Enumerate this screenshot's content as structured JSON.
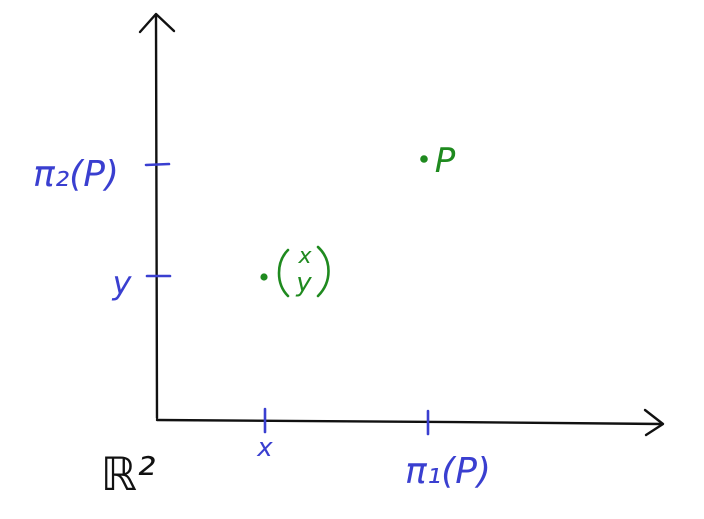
{
  "space_label": "ℝ²",
  "x_axis": {
    "ticks": [
      {
        "id": "x",
        "label": "x"
      },
      {
        "id": "pi1",
        "label": "π₁(P)"
      }
    ]
  },
  "y_axis": {
    "ticks": [
      {
        "id": "y",
        "label": "y"
      },
      {
        "id": "pi2",
        "label": "π₂(P)"
      }
    ]
  },
  "points": [
    {
      "id": "xy",
      "label_top": "x",
      "label_bottom": "y"
    },
    {
      "id": "P",
      "label": "P"
    }
  ],
  "colors": {
    "axes": "#111111",
    "ticks_and_labels": "#3a3fd0",
    "points": "#1f8a1f",
    "background": "#ffffff"
  }
}
